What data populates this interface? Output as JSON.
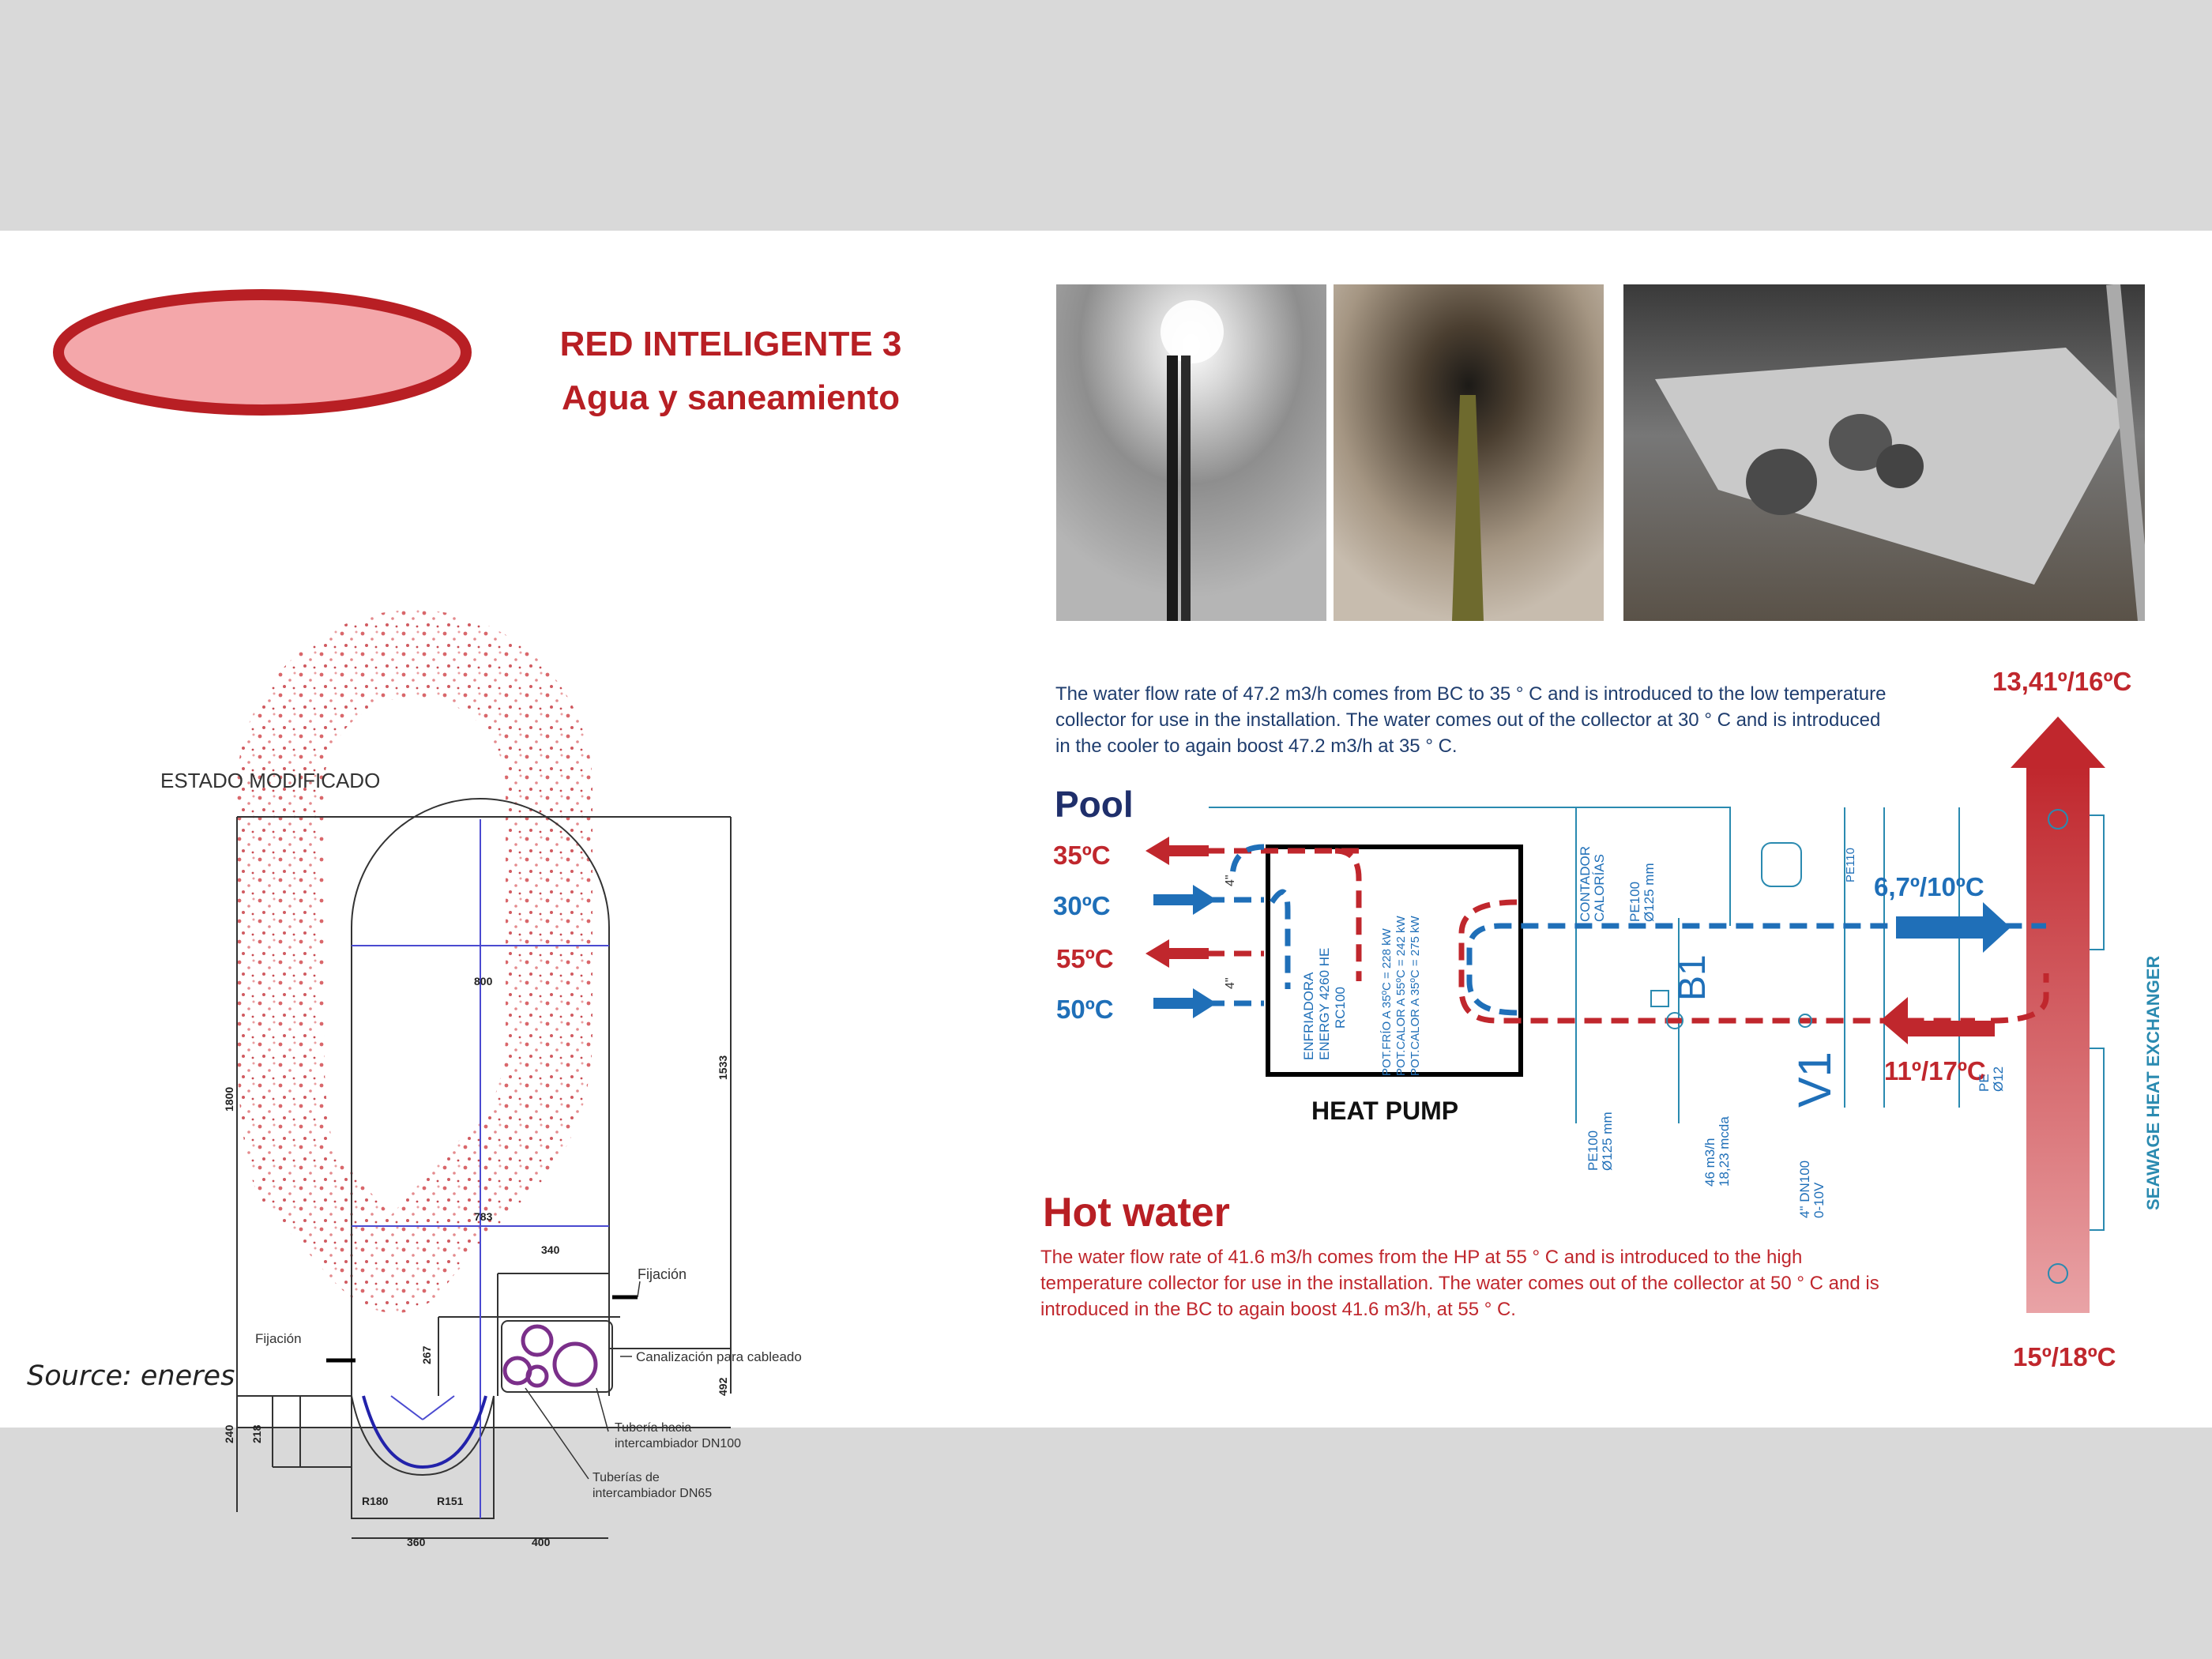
{
  "header": {
    "title_line1": "RED INTELIGENTE 3",
    "title_line2": "Agua y saneamiento"
  },
  "drawing": {
    "state_label": "ESTADO  MODIFICADO",
    "dims": {
      "d800": "800",
      "d783": "783",
      "d340": "340",
      "d1800": "1800",
      "d1533": "1533",
      "d267": "267",
      "d492": "492",
      "d240": "240",
      "d218": "218",
      "d360": "360",
      "d400": "400",
      "r180": "R180",
      "r151": "R151"
    },
    "fijacion_right": "Fijación",
    "fijacion_left": "Fijación",
    "canalizacion": "Canalización para cableado",
    "tuberia_line1": "Tubería hacia",
    "tuberia_line2": "intercambiador DN100",
    "tuberias_line1": "Tuberías de",
    "tuberias_line2": "intercambiador DN65"
  },
  "source": "Source: eneres",
  "schema": {
    "blue_text": "The water flow rate of 47.2 m3/h comes from BC to 35 ° C and is introduced to the low temperature collector for use in the installation. The water comes out of the collector at 30 ° C and is introduced in the cooler to again boost 47.2 m3/h at 35 ° C.",
    "red_text": "The water flow rate of 41.6 m3/h comes from the HP at 55 ° C and is introduced to the high temperature collector for use in the installation. The water comes out of the collector at 50 ° C and is introduced in the BC to again boost 41.6 m3/h, at 55 ° C.",
    "pool": "Pool",
    "hot_water": "Hot water",
    "heat_pump": "HEAT PUMP",
    "t35": "35ºC",
    "t30": "30ºC",
    "t55": "55ºC",
    "t50": "50ºC",
    "t_top": "13,41º/16ºC",
    "t_67": "6,7º/10ºC",
    "t_1117": "11º/17ºC",
    "t_bottom": "15º/18ºC",
    "exchanger": "SEAWAGE HEAT EXCHANGER",
    "b1": "B1",
    "v1": "V1",
    "pipe_4": "4\"",
    "hp_text_1": "ENFRIADORA",
    "hp_text_2": "ENERGY 4260 HE",
    "hp_text_3": "RC100",
    "hp_pot1": "POT.FRÍO A 35ºC = 228 kW",
    "hp_pot2": "POT.CALOR A 55ºC = 242 kW",
    "hp_pot3": "POT.CALOR A 35ºC = 275 kW",
    "contador_1": "CONTADOR",
    "contador_2": "CALORÍAS",
    "pe100_a": "PE100",
    "pe100_a2": "Ø125 mm",
    "pe100_b": "PE100",
    "pe100_b2": "Ø125 mm",
    "flow_a": "46 m3/h",
    "flow_b": "18,23 mcda",
    "valve_a": "4\" DN100",
    "valve_b": "0-10V",
    "pe110": "PE110",
    "pe_right": "PE",
    "pe_right2": "Ø12"
  },
  "colors": {
    "title_red": "#b81f24",
    "ellipse_fill": "#f4a7aa",
    "ellipse_stroke": "#b81f24",
    "blue": "#1f6fb8",
    "red": "#c0272d",
    "dark_navy": "#1f2f6b",
    "exchanger_teal": "#2a8ab0"
  }
}
